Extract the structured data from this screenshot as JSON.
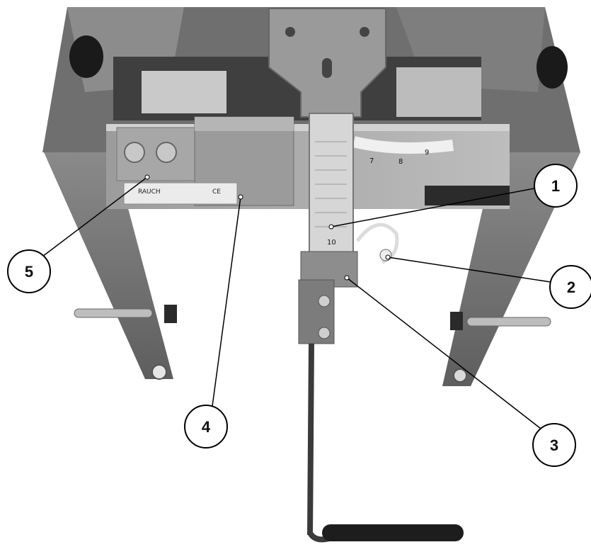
{
  "figure": {
    "callouts": [
      {
        "id": "1",
        "label": "1"
      },
      {
        "id": "2",
        "label": "2"
      },
      {
        "id": "3",
        "label": "3"
      },
      {
        "id": "4",
        "label": "4"
      },
      {
        "id": "5",
        "label": "5"
      }
    ],
    "scale_marks": [
      "7",
      "8",
      "9",
      "10"
    ],
    "plate_brand": "RAUCH",
    "plate_mark": "CE"
  }
}
